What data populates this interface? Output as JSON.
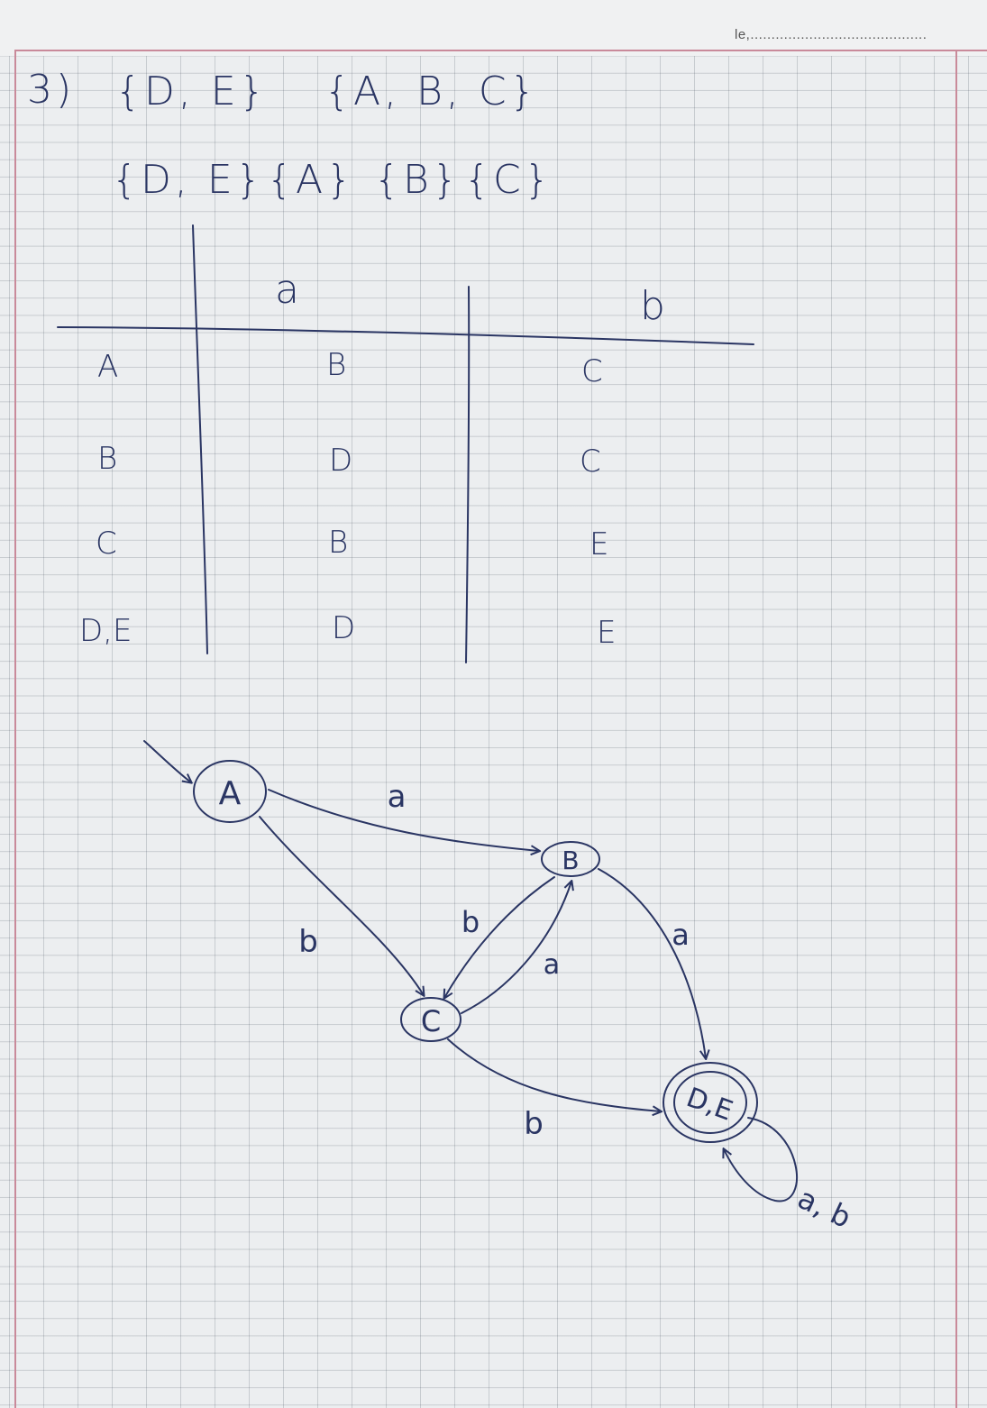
{
  "header": {
    "date_label": "le,.........................................."
  },
  "exercise": {
    "number": "3)",
    "partition_1": [
      "{D, E}",
      "{A, B, C}"
    ],
    "partition_2": [
      "{D, E}",
      "{A}",
      "{B}",
      "{C}"
    ]
  },
  "transition_table": {
    "columns": [
      "a",
      "b"
    ],
    "rows": [
      {
        "state": "A",
        "a": "B",
        "b": "C"
      },
      {
        "state": "B",
        "a": "D",
        "b": "C"
      },
      {
        "state": "C",
        "a": "B",
        "b": "E"
      },
      {
        "state": "D,E",
        "a": "D",
        "b": "E"
      }
    ]
  },
  "automaton": {
    "states": [
      {
        "id": "A",
        "label": "A",
        "initial": true,
        "final": false
      },
      {
        "id": "B",
        "label": "B",
        "initial": false,
        "final": false
      },
      {
        "id": "C",
        "label": "C",
        "initial": false,
        "final": false
      },
      {
        "id": "DE",
        "label": "D,E",
        "initial": false,
        "final": true
      }
    ],
    "transitions": [
      {
        "from": "A",
        "to": "B",
        "label": "a"
      },
      {
        "from": "A",
        "to": "C",
        "label": "b"
      },
      {
        "from": "B",
        "to": "C",
        "label": "b"
      },
      {
        "from": "C",
        "to": "B",
        "label": "a"
      },
      {
        "from": "B",
        "to": "DE",
        "label": "a"
      },
      {
        "from": "C",
        "to": "DE",
        "label": "b"
      },
      {
        "from": "DE",
        "to": "DE",
        "label": "a, b"
      }
    ]
  }
}
